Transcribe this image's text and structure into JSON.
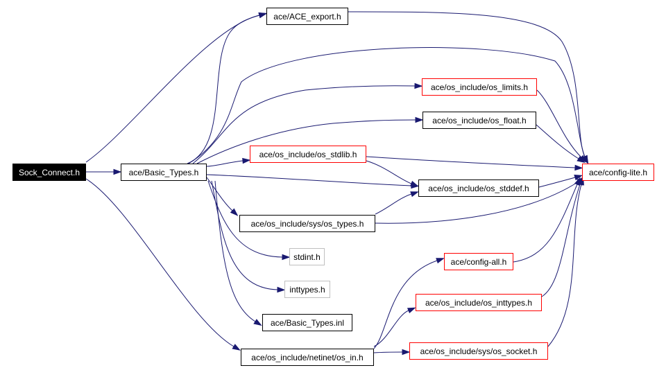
{
  "diagram": {
    "nodes": [
      {
        "id": "sock_connect",
        "label": "Sock_Connect.h",
        "style": "root",
        "link": false
      },
      {
        "id": "basic_types",
        "label": "ace/Basic_Types.h",
        "style": "normal",
        "link": true
      },
      {
        "id": "ace_export",
        "label": "ace/ACE_export.h",
        "style": "normal",
        "link": true
      },
      {
        "id": "os_limits",
        "label": "ace/os_include/os_limits.h",
        "style": "red",
        "link": true
      },
      {
        "id": "os_float",
        "label": "ace/os_include/os_float.h",
        "style": "normal",
        "link": true
      },
      {
        "id": "os_stdlib",
        "label": "ace/os_include/os_stdlib.h",
        "style": "red",
        "link": true
      },
      {
        "id": "config_lite",
        "label": "ace/config-lite.h",
        "style": "red",
        "link": true
      },
      {
        "id": "os_stddef",
        "label": "ace/os_include/os_stddef.h",
        "style": "normal",
        "link": true
      },
      {
        "id": "sys_os_types",
        "label": "ace/os_include/sys/os_types.h",
        "style": "normal",
        "link": true
      },
      {
        "id": "stdint",
        "label": "stdint.h",
        "style": "grey",
        "link": false
      },
      {
        "id": "inttypes",
        "label": "inttypes.h",
        "style": "grey",
        "link": false
      },
      {
        "id": "basic_types_inl",
        "label": "ace/Basic_Types.inl",
        "style": "normal",
        "link": true
      },
      {
        "id": "config_all",
        "label": "ace/config-all.h",
        "style": "red",
        "link": true
      },
      {
        "id": "os_inttypes",
        "label": "ace/os_include/os_inttypes.h",
        "style": "red",
        "link": true
      },
      {
        "id": "netinet_os_in",
        "label": "ace/os_include/netinet/os_in.h",
        "style": "normal",
        "link": true
      },
      {
        "id": "sys_os_socket",
        "label": "ace/os_include/sys/os_socket.h",
        "style": "red",
        "link": true
      }
    ],
    "edges": [
      {
        "from": "sock_connect",
        "to": "basic_types"
      },
      {
        "from": "sock_connect",
        "to": "ace_export"
      },
      {
        "from": "sock_connect",
        "to": "netinet_os_in"
      },
      {
        "from": "basic_types",
        "to": "ace_export"
      },
      {
        "from": "basic_types",
        "to": "config_lite"
      },
      {
        "from": "basic_types",
        "to": "os_limits"
      },
      {
        "from": "basic_types",
        "to": "os_float"
      },
      {
        "from": "basic_types",
        "to": "os_stdlib"
      },
      {
        "from": "basic_types",
        "to": "os_stddef"
      },
      {
        "from": "basic_types",
        "to": "sys_os_types"
      },
      {
        "from": "basic_types",
        "to": "stdint"
      },
      {
        "from": "basic_types",
        "to": "inttypes"
      },
      {
        "from": "basic_types",
        "to": "basic_types_inl"
      },
      {
        "from": "ace_export",
        "to": "config_lite"
      },
      {
        "from": "os_limits",
        "to": "config_lite"
      },
      {
        "from": "os_float",
        "to": "config_lite"
      },
      {
        "from": "os_stdlib",
        "to": "config_lite"
      },
      {
        "from": "os_stdlib",
        "to": "os_stddef"
      },
      {
        "from": "os_stddef",
        "to": "config_lite"
      },
      {
        "from": "sys_os_types",
        "to": "config_lite"
      },
      {
        "from": "sys_os_types",
        "to": "os_stddef"
      },
      {
        "from": "config_all",
        "to": "config_lite"
      },
      {
        "from": "os_inttypes",
        "to": "config_lite"
      },
      {
        "from": "netinet_os_in",
        "to": "config_all"
      },
      {
        "from": "netinet_os_in",
        "to": "os_inttypes"
      },
      {
        "from": "netinet_os_in",
        "to": "sys_os_socket"
      },
      {
        "from": "sys_os_socket",
        "to": "config_lite"
      }
    ],
    "colors": {
      "edge": "#191970",
      "root_fill": "#000000",
      "root_text": "#ffffff",
      "red_border": "#ff0000",
      "normal_border": "#000000",
      "grey_border": "#bfbfbf"
    }
  }
}
